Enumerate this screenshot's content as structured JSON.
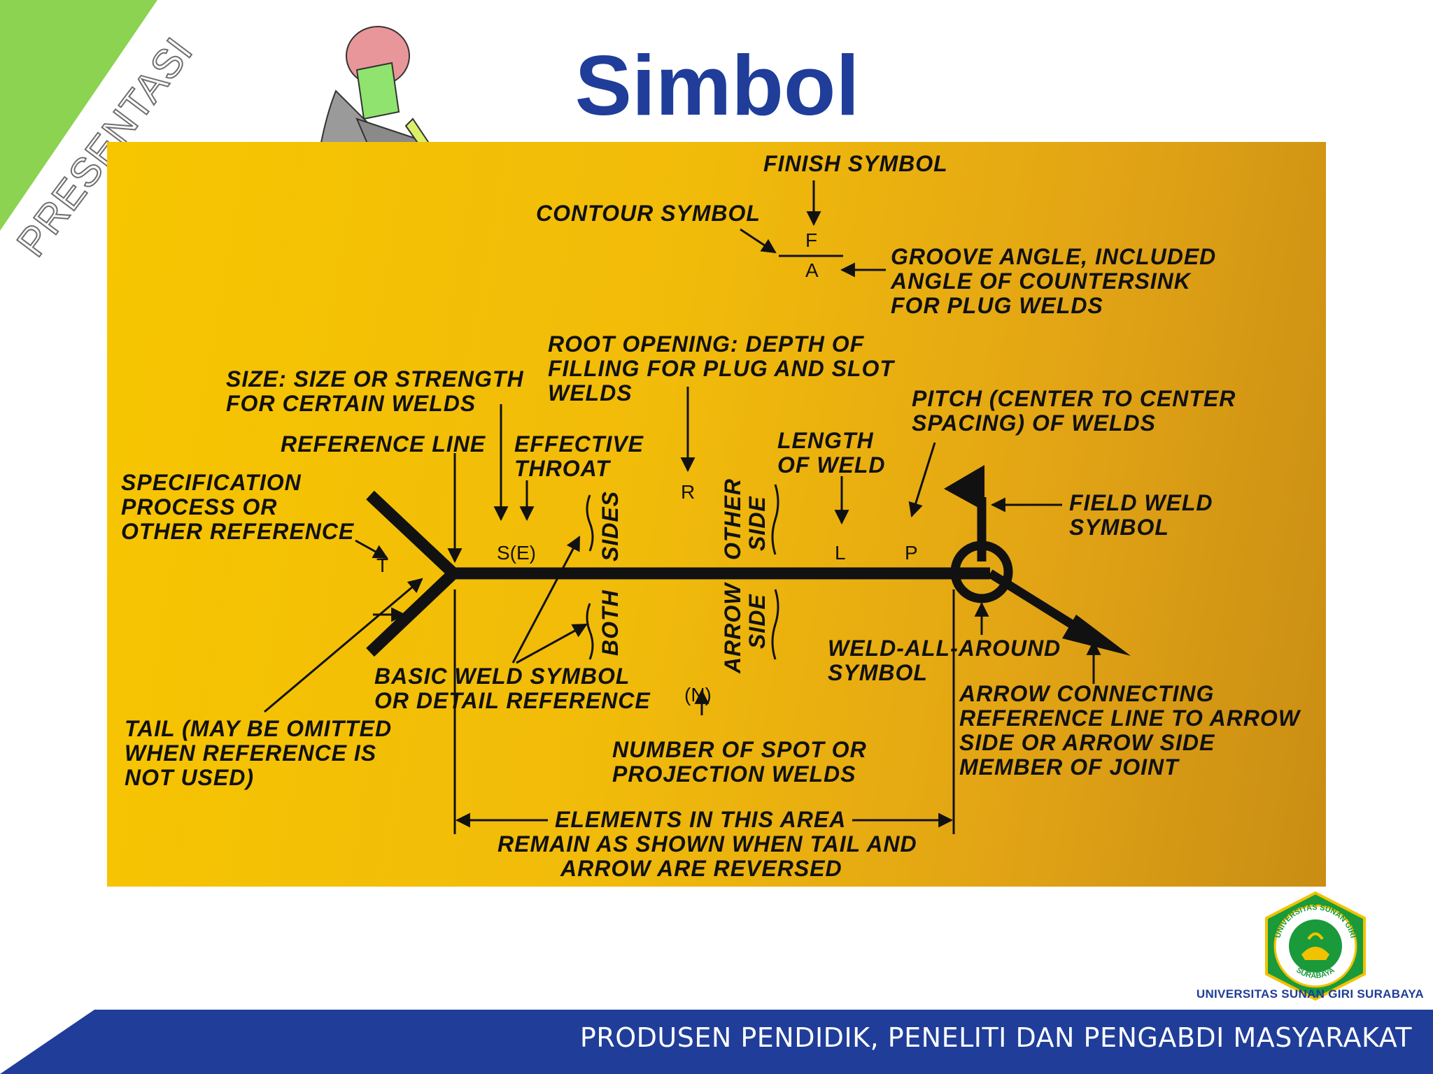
{
  "slide": {
    "corner_label": "PRESENTASI",
    "title": "Simbol",
    "university": "UNIVERSITAS SUNAN GIRI SURABAYA",
    "footer": "PRODUSEN PENDIDIK, PENELITI DAN PENGABDI MASYARAKAT",
    "colors": {
      "title": "#1f3d99",
      "footer_band": "#1f3d99",
      "corner": "#8bd350",
      "panel": "#f1bb0a"
    }
  },
  "logo": {
    "top_text": "UNIVERSITAS SUNAN GIRI",
    "bottom_text": "SURABAYA"
  },
  "diagram": {
    "finish_symbol": "FINISH SYMBOL",
    "contour_symbol": "CONTOUR SYMBOL",
    "groove_1": "GROOVE ANGLE, INCLUDED",
    "groove_2": "ANGLE OF COUNTERSINK",
    "groove_3": "FOR PLUG WELDS",
    "root_1": "ROOT OPENING: DEPTH OF",
    "root_2": "FILLING FOR PLUG AND SLOT",
    "root_3": "WELDS",
    "size_1": "SIZE: SIZE OR STRENGTH",
    "size_2": "FOR CERTAIN WELDS",
    "pitch_1": "PITCH (CENTER TO CENTER",
    "pitch_2": "SPACING) OF WELDS",
    "reference_line": "REFERENCE LINE",
    "effective_1": "EFFECTIVE",
    "effective_2": "THROAT",
    "length_1": "LENGTH",
    "length_2": "OF WELD",
    "spec_1": "SPECIFICATION",
    "spec_2": "PROCESS OR",
    "spec_3": "OTHER REFERENCE",
    "field_1": "FIELD WELD",
    "field_2": "SYMBOL",
    "sides": "SIDES",
    "other": "OTHER",
    "side": "SIDE",
    "both": "BOTH",
    "arrow": "ARROW",
    "letter_f": "F",
    "letter_a": "A",
    "letter_r": "R",
    "letter_t": "T",
    "letter_se": "S(E)",
    "letter_l": "L",
    "letter_p": "P",
    "letter_n": "(N)",
    "basic_1": "BASIC WELD SYMBOL",
    "basic_2": "OR DETAIL REFERENCE",
    "wall_1": "WELD-ALL-AROUND",
    "wall_2": "SYMBOL",
    "tail_1": "TAIL (MAY BE OMITTED",
    "tail_2": "WHEN REFERENCE IS",
    "tail_3": "NOT USED)",
    "number_1": "NUMBER OF SPOT OR",
    "number_2": "PROJECTION WELDS",
    "arrowc_1": "ARROW CONNECTING",
    "arrowc_2": "REFERENCE LINE TO ARROW",
    "arrowc_3": "SIDE OR ARROW SIDE",
    "arrowc_4": "MEMBER OF JOINT",
    "elements_1": "ELEMENTS IN THIS AREA",
    "elements_2": "REMAIN AS SHOWN WHEN TAIL AND",
    "elements_3": "ARROW ARE REVERSED"
  }
}
